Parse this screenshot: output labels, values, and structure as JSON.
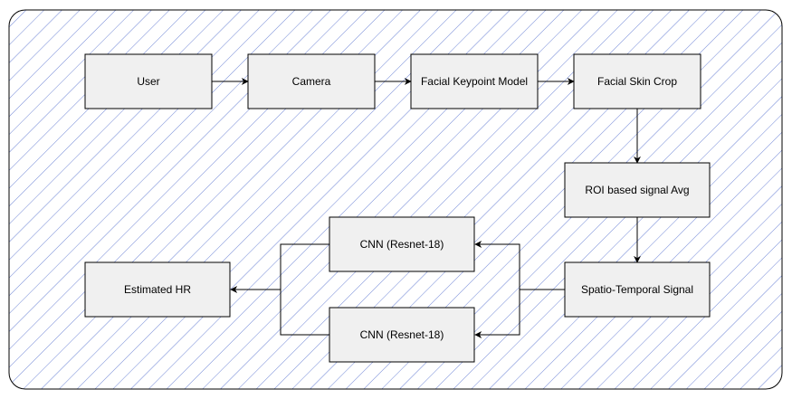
{
  "diagram": {
    "nodes": {
      "user": "User",
      "camera": "Camera",
      "facial_keypoint_model": "Facial Keypoint Model",
      "facial_skin_crop": "Facial Skin Crop",
      "roi_signal_avg": "ROI based signal Avg",
      "spatio_temporal_signal": "Spatio-Temporal Signal",
      "cnn_top": "CNN (Resnet-18)",
      "cnn_bottom": "CNN (Resnet-18)",
      "estimated_hr": "Estimated HR"
    },
    "colors": {
      "background_hatch": "#6f86d6",
      "node_fill": "#f0f0f0",
      "stroke": "#000000"
    }
  }
}
